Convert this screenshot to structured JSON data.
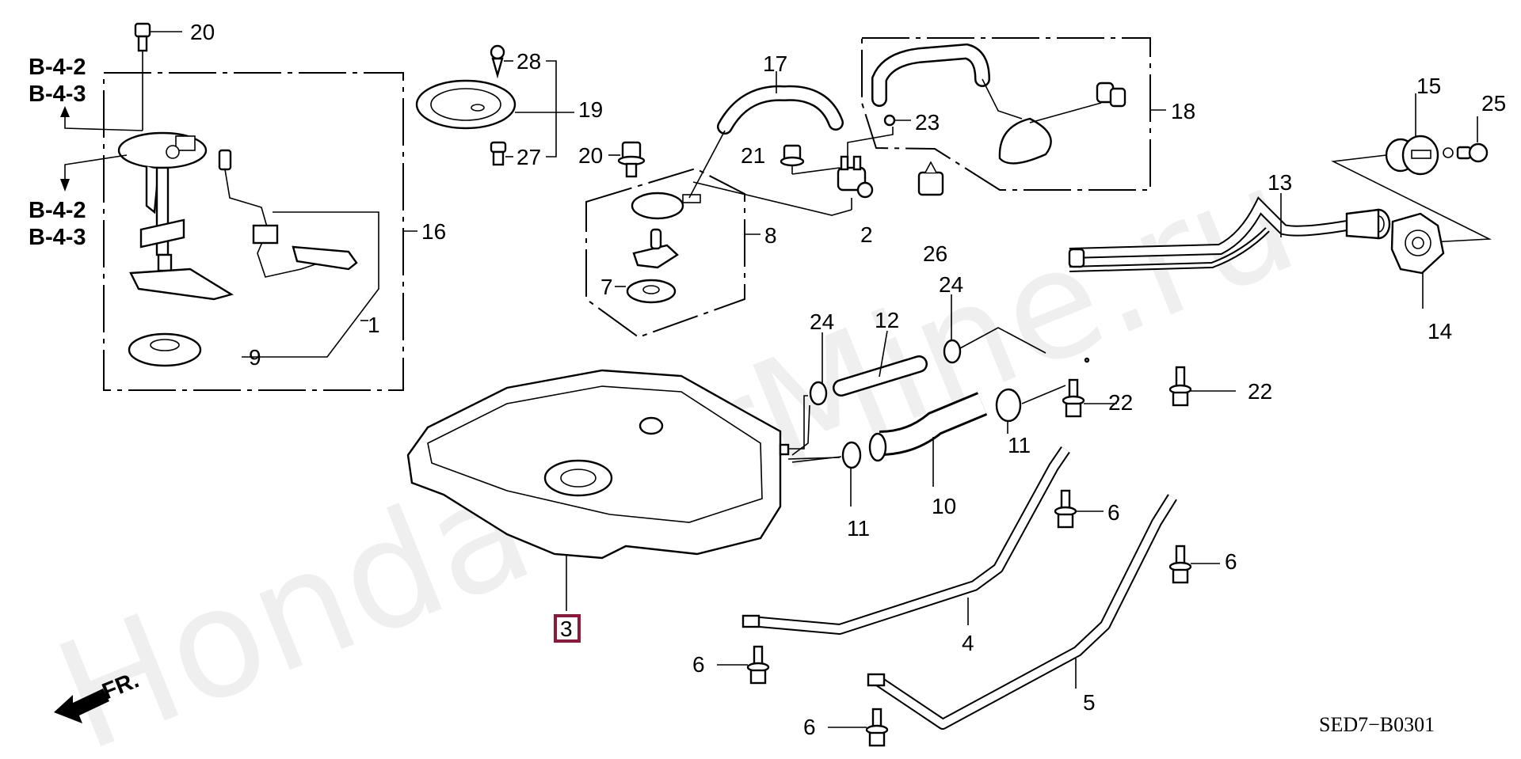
{
  "watermark": "HondaCarMine.ru",
  "diagram_code": "SED7−B0301",
  "front_indicator": "FR.",
  "highlight_color": "#8b1a3a",
  "references": {
    "upper": [
      "B-4-2",
      "B-4-3"
    ],
    "lower": [
      "B-4-2",
      "B-4-3"
    ]
  },
  "callouts": {
    "c1": "1",
    "c2": "2",
    "c3": "3",
    "c4": "4",
    "c5": "5",
    "c6a": "6",
    "c6b": "6",
    "c6c": "6",
    "c6d": "6",
    "c7": "7",
    "c8": "8",
    "c9": "9",
    "c10": "10",
    "c11a": "11",
    "c11b": "11",
    "c12": "12",
    "c13": "13",
    "c14": "14",
    "c15": "15",
    "c16": "16",
    "c17": "17",
    "c18": "18",
    "c19": "19",
    "c20a": "20",
    "c20b": "20",
    "c21": "21",
    "c22a": "22",
    "c22b": "22",
    "c23": "23",
    "c24a": "24",
    "c24b": "24",
    "c25": "25",
    "c26": "26",
    "c27": "27",
    "c28": "28"
  },
  "highlighted_part": "3"
}
